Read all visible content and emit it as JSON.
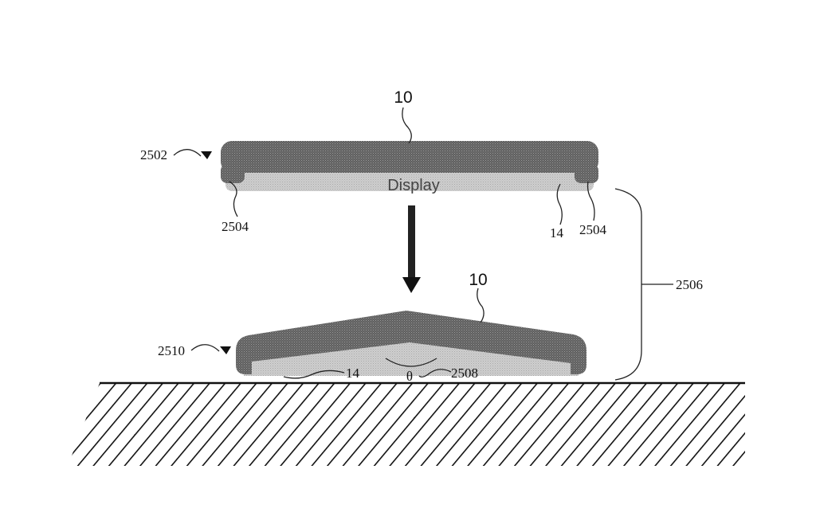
{
  "labels": {
    "device_top": "10",
    "device_bottom": "10",
    "flat_state": "2502",
    "bent_state": "2510",
    "edge_left": "2504",
    "edge_right": "2504",
    "display_top_ref": "14",
    "display_bottom_ref": "14",
    "transition": "2506",
    "bend_angle_ref": "2508",
    "angle_symbol": "θ",
    "display_text": "Display"
  },
  "colors": {
    "housing": "#6e6e6e",
    "display_layer": "#c4c4c4",
    "ink": "#111111"
  }
}
